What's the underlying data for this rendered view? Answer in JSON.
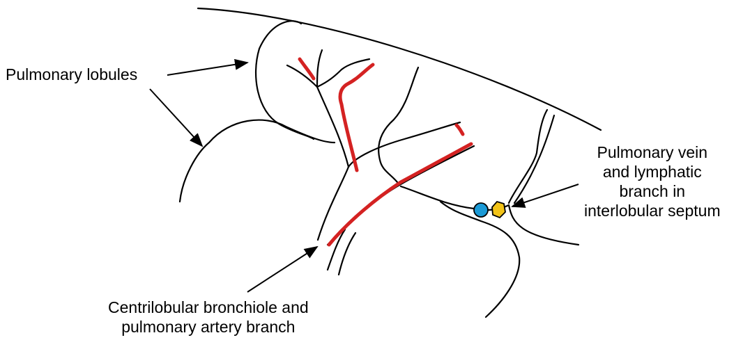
{
  "labels": {
    "lobules": "Pulmonary lobules",
    "vein_lines": [
      "Pulmonary vein",
      "and lymphatic",
      "branch in",
      "interlobular septum"
    ],
    "bronchiole_lines": [
      "Centrilobular bronchiole and",
      "pulmonary artery branch"
    ]
  },
  "colors": {
    "artery": "#d42222",
    "vein": "#1b9ad6",
    "lymphatic": "#f2c318",
    "outline": "#000000"
  }
}
